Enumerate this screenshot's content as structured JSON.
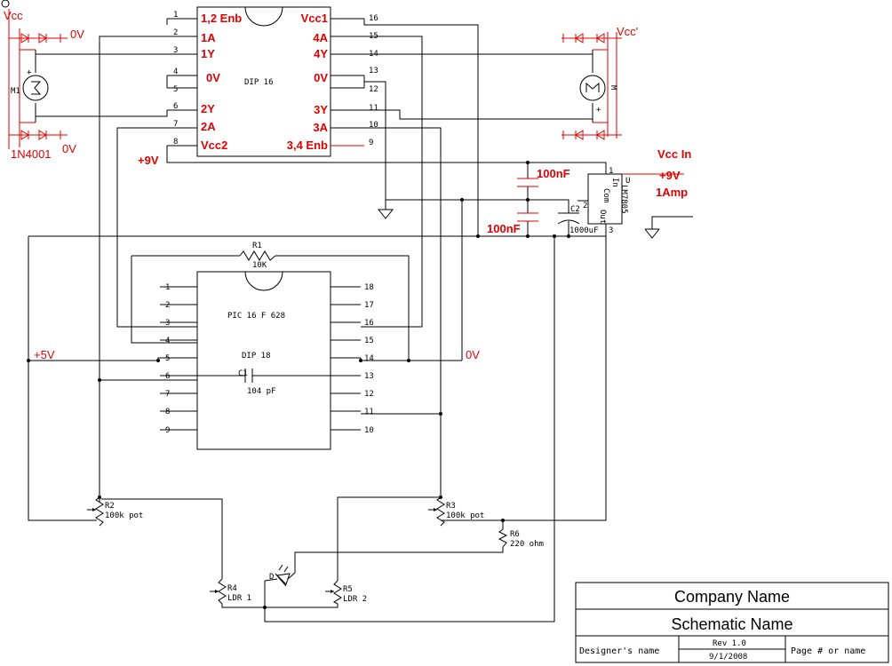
{
  "chip1": {
    "designator": "DIP 16",
    "pins_left": [
      {
        "num": "1",
        "label": "1,2 Enb"
      },
      {
        "num": "2",
        "label": "1A"
      },
      {
        "num": "3",
        "label": "1Y"
      },
      {
        "num": "4",
        "label": "0V"
      },
      {
        "num": "5",
        "label": ""
      },
      {
        "num": "6",
        "label": "2Y"
      },
      {
        "num": "7",
        "label": "2A"
      },
      {
        "num": "8",
        "label": "Vcc2"
      }
    ],
    "pins_right": [
      {
        "num": "16",
        "label": "Vcc1"
      },
      {
        "num": "15",
        "label": "4A"
      },
      {
        "num": "14",
        "label": "4Y"
      },
      {
        "num": "13",
        "label": "0V"
      },
      {
        "num": "12",
        "label": ""
      },
      {
        "num": "11",
        "label": "3Y"
      },
      {
        "num": "10",
        "label": "3A"
      },
      {
        "num": "9",
        "label": "3,4 Enb"
      }
    ]
  },
  "chip2": {
    "name": "PIC 16 F 628",
    "package": "DIP 18",
    "pins_left": [
      "1",
      "2",
      "3",
      "4",
      "5",
      "6",
      "7",
      "8",
      "9"
    ],
    "pins_right": [
      "18",
      "17",
      "16",
      "15",
      "14",
      "13",
      "12",
      "11",
      "10"
    ]
  },
  "power": {
    "vcc_left": "Vcc",
    "vcc_right": "Vcc'",
    "zero_v_top": "0V",
    "zero_v_bottom": "0V",
    "plus9v": "+9V",
    "vcc_in": "Vcc In",
    "in_9v": "+9V",
    "in_amp": "1Amp",
    "plus5v": "+5V",
    "zero_v_mid": "0V",
    "diode_part": "1N4001"
  },
  "components": {
    "cap_top": "100nF",
    "cap_bottom": "100nF",
    "c2_name": "C2",
    "c2_value": "1000uF",
    "reg_name": "LM7805",
    "reg_in": "In",
    "reg_com": "Com",
    "reg_out": "Out",
    "reg_u": "U",
    "reg_pin1": "1",
    "reg_pin2": "2",
    "reg_pin3": "3",
    "r1_name": "R1",
    "r1_value": "10K",
    "c1_name": "C1",
    "c1_value": "104 pF",
    "r2_name": "R2",
    "r2_value": "100k pot",
    "r3_name": "R3",
    "r3_value": "100k pot",
    "r4_name": "R4",
    "r4_value": "LDR 1",
    "r5_name": "R5",
    "r5_value": "LDR 2",
    "r6_name": "R6",
    "r6_value": "220 ohm",
    "d_name": "D",
    "m1_name": "M1",
    "m_right_name": "M",
    "plus": "+"
  },
  "title_block": {
    "company": "Company Name",
    "schematic": "Schematic Name",
    "designer": "Designer's name",
    "rev": "Rev 1.0",
    "date": "9/1/2008",
    "page": "Page # or name"
  }
}
